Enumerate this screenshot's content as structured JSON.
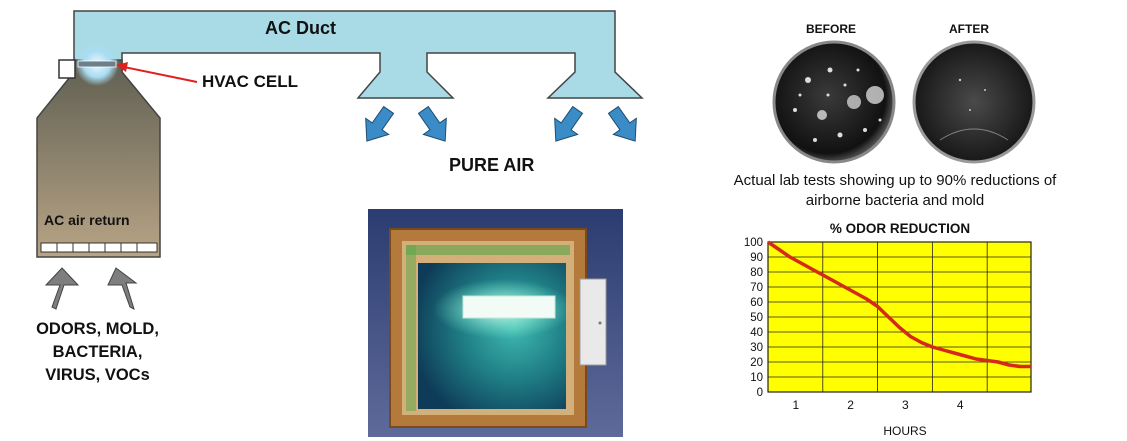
{
  "diagram": {
    "duct_label": "AC Duct",
    "cell_label": "HVAC CELL",
    "return_label": "AC air return",
    "pure_air_label": "PURE AIR",
    "contaminants": [
      "ODORS, MOLD,",
      "BACTERIA,",
      "VIRUS, VOCs"
    ],
    "colors": {
      "duct": "#a9dbe6",
      "return_top": "#5f5f52",
      "return_bottom": "#b8a486",
      "arrow": "#3b8cc6",
      "cell_arrow": "#e02020"
    }
  },
  "lab": {
    "before_label": "BEFORE",
    "after_label": "AFTER",
    "caption_line1": "Actual lab tests showing up to 90% reductions of",
    "caption_line2": "airborne bacteria and mold"
  },
  "chart_data": {
    "type": "line",
    "title": "% ODOR REDUCTION",
    "xlabel": "HOURS",
    "ylabel": "",
    "x_ticks": [
      1,
      2,
      3,
      4
    ],
    "y_ticks": [
      100,
      90,
      80,
      70,
      60,
      50,
      40,
      30,
      20,
      10,
      0
    ],
    "xlim": [
      0,
      4.8
    ],
    "ylim": [
      0,
      100
    ],
    "grid": true,
    "background": "#ffff00",
    "line_color": "#d42a1a",
    "series": [
      {
        "x": [
          0,
          0.2,
          0.4,
          0.6,
          0.8,
          1.0,
          1.2,
          1.4,
          1.6,
          1.8,
          2.0,
          2.2,
          2.4,
          2.6,
          2.8,
          3.0,
          3.2,
          3.4,
          3.6,
          3.8,
          4.0,
          4.2,
          4.4,
          4.6,
          4.8
        ],
        "values": [
          100,
          95,
          90,
          86,
          82,
          78,
          74,
          70,
          66,
          62,
          57,
          50,
          43,
          37,
          33,
          30,
          28,
          26,
          24,
          22,
          21,
          20,
          18,
          17,
          17
        ]
      }
    ]
  }
}
